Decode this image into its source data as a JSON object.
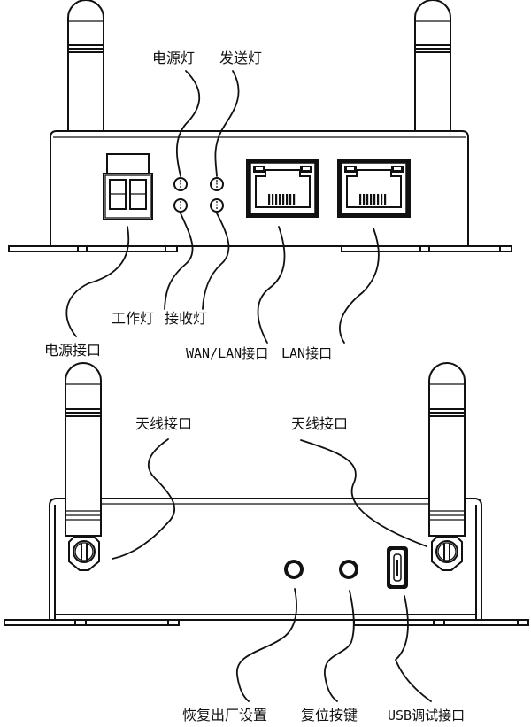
{
  "diagram": {
    "title": "Router front and back panel port diagram",
    "front_panel": {
      "labels": {
        "power_led": "电源灯",
        "send_led": "发送灯",
        "work_led": "工作灯",
        "receive_led": "接收灯",
        "power_port": "电源接口",
        "wan_lan_port": "WAN/LAN接口",
        "lan_port": "LAN接口"
      }
    },
    "back_panel": {
      "labels": {
        "antenna_port_left": "天线接口",
        "antenna_port_right": "天线接口",
        "factory_reset": "恢复出厂设置",
        "reset_button": "复位按键",
        "usb_debug_port": "USB调试接口"
      }
    },
    "colors": {
      "line": "#111111",
      "background": "#ffffff"
    }
  }
}
